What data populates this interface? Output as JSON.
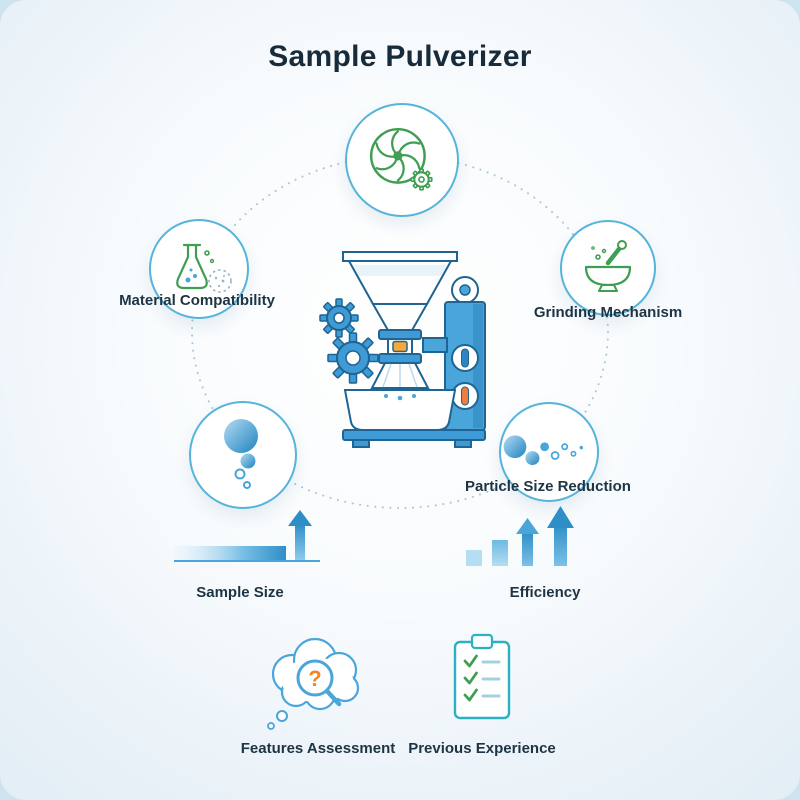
{
  "title": "Sample Pulverizer",
  "nodes": {
    "material_compatibility": "Material Compatibility",
    "grinding_mechanism": "Grinding Mechanism",
    "particle_size_reduction": "Particle Size Reduction"
  },
  "metrics": {
    "sample_size": "Sample Size",
    "efficiency": "Efficiency"
  },
  "assessments": {
    "features_assessment": "Features Assessment",
    "previous_experience": "Previous Experience"
  },
  "icons": {
    "question_mark": "?",
    "top_node": "grinding-wheel-icon",
    "material": "flask-icon",
    "mechanism": "mortar-pestle-icon",
    "sample_node": "bubbles-icon",
    "particles": "particles-icon",
    "sample_metric": "gradient-bar-arrow-icon",
    "efficiency_metric": "bar-chart-arrows-icon",
    "features": "thought-cloud-magnifier-icon",
    "experience": "clipboard-checklist-icon",
    "center": "pulverizer-machine-illustration"
  },
  "colors": {
    "background": "#cde3ef",
    "ring_dots": "#a8c8da",
    "node_border": "#56b4da",
    "blue": "#2e8fc7",
    "light_blue": "#49a5da",
    "green": "#3f9e53",
    "orange": "#f6a83b",
    "question_orange": "#f5861f",
    "teal": "#2bb0c4",
    "text": "#1d3444",
    "title_text": "#172b3a"
  }
}
